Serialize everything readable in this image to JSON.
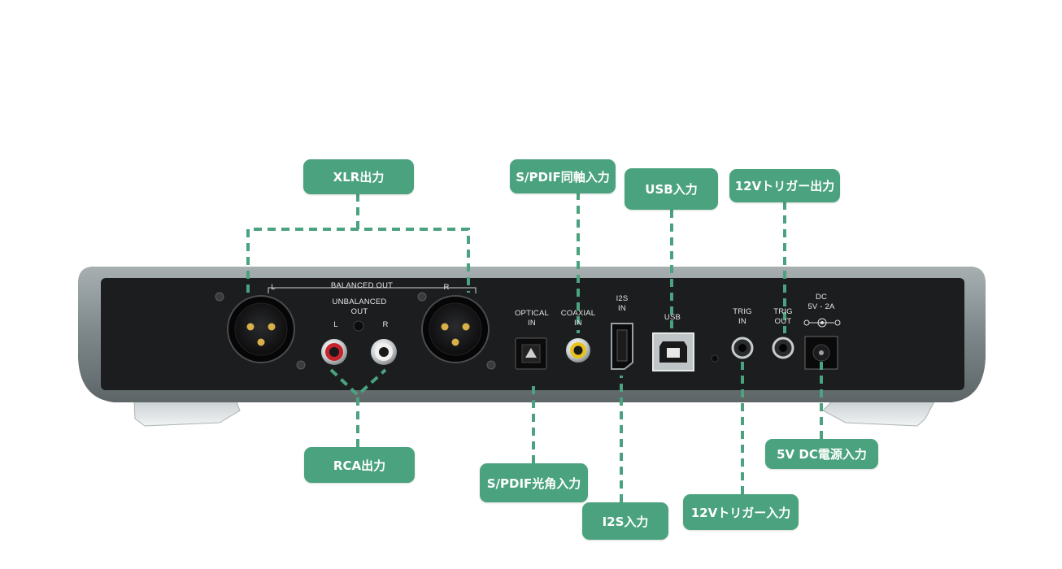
{
  "callouts": {
    "xlr": "XLR出力",
    "rca": "RCA出力",
    "spdif_coax": "S/PDIF同軸入力",
    "spdif_optical": "S/PDIF光角入力",
    "usb": "USB入力",
    "i2s": "I2S入力",
    "trig_out": "12Vトリガー出力",
    "trig_in": "12Vトリガー入力",
    "dc": "5V DC電源入力"
  },
  "panel_labels": {
    "balanced_out": "BALANCED OUT",
    "balanced_l": "L",
    "balanced_r": "R",
    "unbalanced_line1": "UNBALANCED",
    "unbalanced_line2": "OUT",
    "rca_l": "L",
    "rca_r": "R",
    "optical_line1": "OPTICAL",
    "optical_line2": "IN",
    "coaxial_line1": "COAXIAL",
    "coaxial_line2": "IN",
    "i2s_line1": "I2S",
    "i2s_line2": "IN",
    "usb": "USB",
    "trig_in_line1": "TRIG",
    "trig_in_line2": "IN",
    "trig_out_line1": "TRIG",
    "trig_out_line2": "OUT",
    "dc_line1": "DC",
    "dc_line2": "5V - 2A"
  },
  "colors": {
    "accent": "#4aa27e",
    "panel": "#1c1d1f",
    "chassis": "#8c9597",
    "rca_red": "#c8232a",
    "coax_yellow": "#e8c21c"
  }
}
